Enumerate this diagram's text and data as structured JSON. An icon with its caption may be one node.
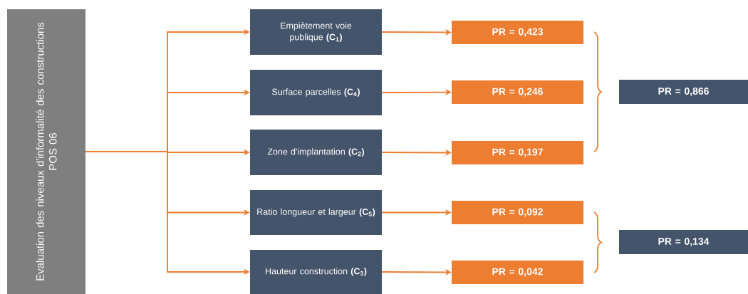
{
  "diagram": {
    "nodes": [
      {
        "text": [
          "Evaluation des niveaux d'informalité des constructions",
          "POS 06"
        ]
      },
      {
        "text": [
          "Empiètement voie publique **(C$_{1}$)**"
        ]
      },
      {
        "text": [
          "Surface parcelles **(C$_{4}$)**"
        ]
      },
      {
        "text": [
          "Zone d'implantation **(C$_{2}$)**"
        ]
      },
      {
        "text": [
          "Ratio longueur et largeur **(C$_{5}$)**"
        ]
      },
      {
        "text": [
          "Hauteur construction **(C$_{3}$)**"
        ]
      },
      {
        "text": [
          "PR = 0,423"
        ]
      },
      {
        "text": [
          "PR = 0,246"
        ]
      },
      {
        "text": [
          "PR = 0,197"
        ]
      },
      {
        "text": [
          "PR = 0,092"
        ]
      },
      {
        "text": [
          "PR = 0,042"
        ]
      },
      {
        "text": [
          "PR = 0,866"
        ]
      },
      {
        "text": [
          "PR = 0,134"
        ]
      }
    ],
    "edges": [
      {
        "from": 0,
        "to": 1,
        "arrow": "to"
      },
      {
        "from": 0,
        "to": 2,
        "arrow": "to"
      },
      {
        "from": 0,
        "to": 3,
        "arrow": "to"
      },
      {
        "from": 0,
        "to": 4,
        "arrow": "to"
      },
      {
        "from": 0,
        "to": 5,
        "arrow": "to"
      },
      {
        "from": 1,
        "to": 6,
        "arrow": "to"
      },
      {
        "from": 2,
        "to": 7,
        "arrow": "to"
      },
      {
        "from": 3,
        "to": 8,
        "arrow": "to"
      },
      {
        "from": 4,
        "to": 9,
        "arrow": "to"
      },
      {
        "from": 5,
        "to": 10,
        "arrow": "to"
      }
    ]
  }
}
